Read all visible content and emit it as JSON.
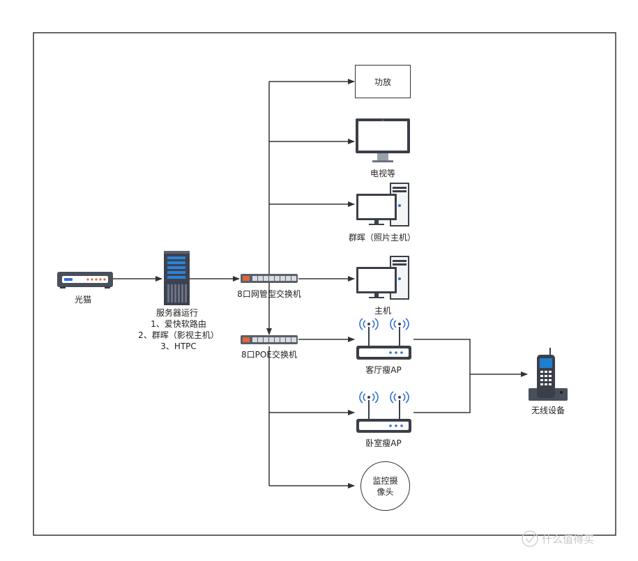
{
  "nodes": {
    "modem": "光猫",
    "server": {
      "title": "服务器运行",
      "lines": [
        "1、爱快软路由",
        "2、群晖（影视主机）",
        "3、HTPC"
      ]
    },
    "managed_switch": "8口网管型交换机",
    "poe_switch": "8口POE交换机",
    "amplifier": "功放",
    "tv": "电视等",
    "synology_host": "群晖（照片主机）",
    "main_host": "主机",
    "living_room_ap": "客厅瘦AP",
    "bedroom_ap": "卧室瘦AP",
    "camera": [
      "监控摄",
      "像头"
    ],
    "wireless_devices": "无线设备"
  },
  "watermark": "什么值得买",
  "colors": {
    "line": "#333333",
    "device_dark": "#4a4f5c",
    "device_blue": "#2f6fcf",
    "screen_blue": "#1e7fd0",
    "port_orange": "#e0673a",
    "switch_body": "#5a5f69"
  }
}
